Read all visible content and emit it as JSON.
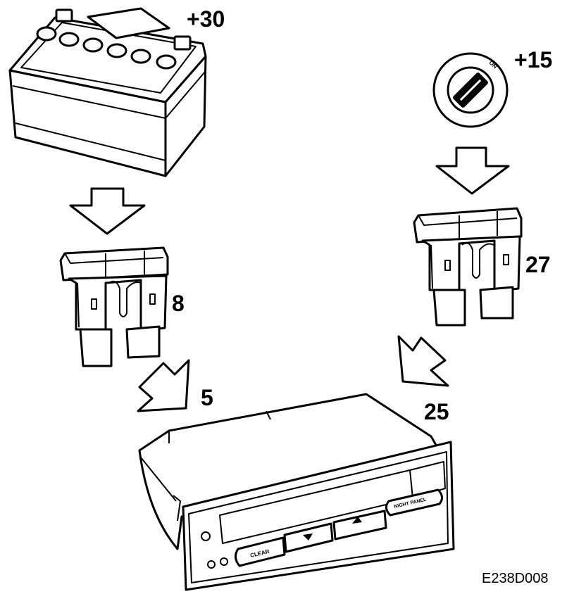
{
  "labels": {
    "battery_terminal": "+30",
    "ignition_terminal": "+15",
    "ignition_switch_text": "ON",
    "fuse_left": "8",
    "fuse_right": "27",
    "wire_left": "5",
    "wire_right": "25",
    "display_clear_button": "CLEAR",
    "display_night_panel_button": "NIGHT PANEL",
    "figure_code": "E238D008"
  },
  "icons": {
    "battery": "car-battery-icon",
    "ignition": "ignition-switch-icon",
    "fuse": "blade-fuse-icon",
    "arrow": "hollow-arrow-icon",
    "display_unit": "info-display-unit-icon"
  },
  "colors": {
    "line": "#000000",
    "background": "#ffffff"
  }
}
